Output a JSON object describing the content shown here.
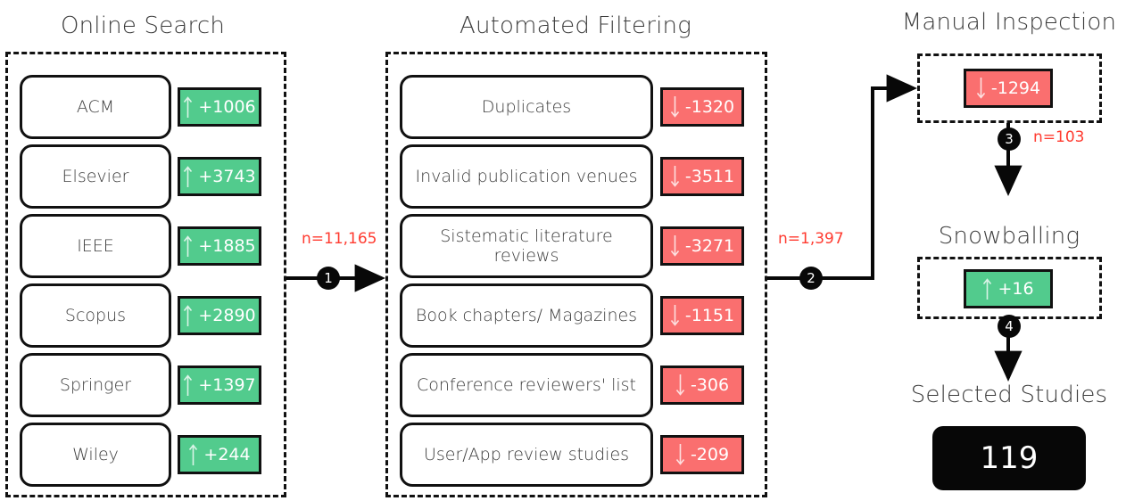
{
  "diagram": {
    "title_online_search": "Online Search",
    "title_automated_filtering": "Automated Filtering",
    "title_manual_inspection": "Manual Inspection",
    "title_snowballing": "Snowballing",
    "title_selected_studies": "Selected Studies",
    "colors": {
      "add_badge": "#52cb8d",
      "remove_badge": "#fa6f6f",
      "annotation": "#ff3b30",
      "stroke": "#111111",
      "result_box": "#070707",
      "text": "#3c3c3c"
    }
  },
  "online_search": {
    "sources": [
      {
        "name": "ACM",
        "delta": "+1006",
        "direction": "up"
      },
      {
        "name": "Elsevier",
        "delta": "+3743",
        "direction": "up"
      },
      {
        "name": "IEEE",
        "delta": "+1885",
        "direction": "up"
      },
      {
        "name": "Scopus",
        "delta": "+2890",
        "direction": "up"
      },
      {
        "name": "Springer",
        "delta": "+1397",
        "direction": "up"
      },
      {
        "name": "Wiley",
        "delta": "+244",
        "direction": "up"
      }
    ]
  },
  "automated_filtering": {
    "filters": [
      {
        "name": "Duplicates",
        "delta": "-1320",
        "direction": "down"
      },
      {
        "name": "Invalid publication venues",
        "delta": "-3511",
        "direction": "down"
      },
      {
        "name": "Sistematic literature reviews",
        "delta": "-3271",
        "direction": "down"
      },
      {
        "name": "Book chapters/ Magazines",
        "delta": "-1151",
        "direction": "down"
      },
      {
        "name": "Conference reviewers' list",
        "delta": "-306",
        "direction": "down"
      },
      {
        "name": "User/App review studies",
        "delta": "-209",
        "direction": "down"
      }
    ]
  },
  "manual_inspection": {
    "delta": "-1294",
    "direction": "down"
  },
  "snowballing": {
    "delta": "+16",
    "direction": "up"
  },
  "selected_studies": {
    "count": "119"
  },
  "flow": {
    "steps": [
      {
        "id": "1",
        "label": "1",
        "n_label": "n=11,165"
      },
      {
        "id": "2",
        "label": "2",
        "n_label": "n=1,397"
      },
      {
        "id": "3",
        "label": "3",
        "n_label": "n=103"
      },
      {
        "id": "4",
        "label": "4",
        "n_label": ""
      }
    ]
  }
}
